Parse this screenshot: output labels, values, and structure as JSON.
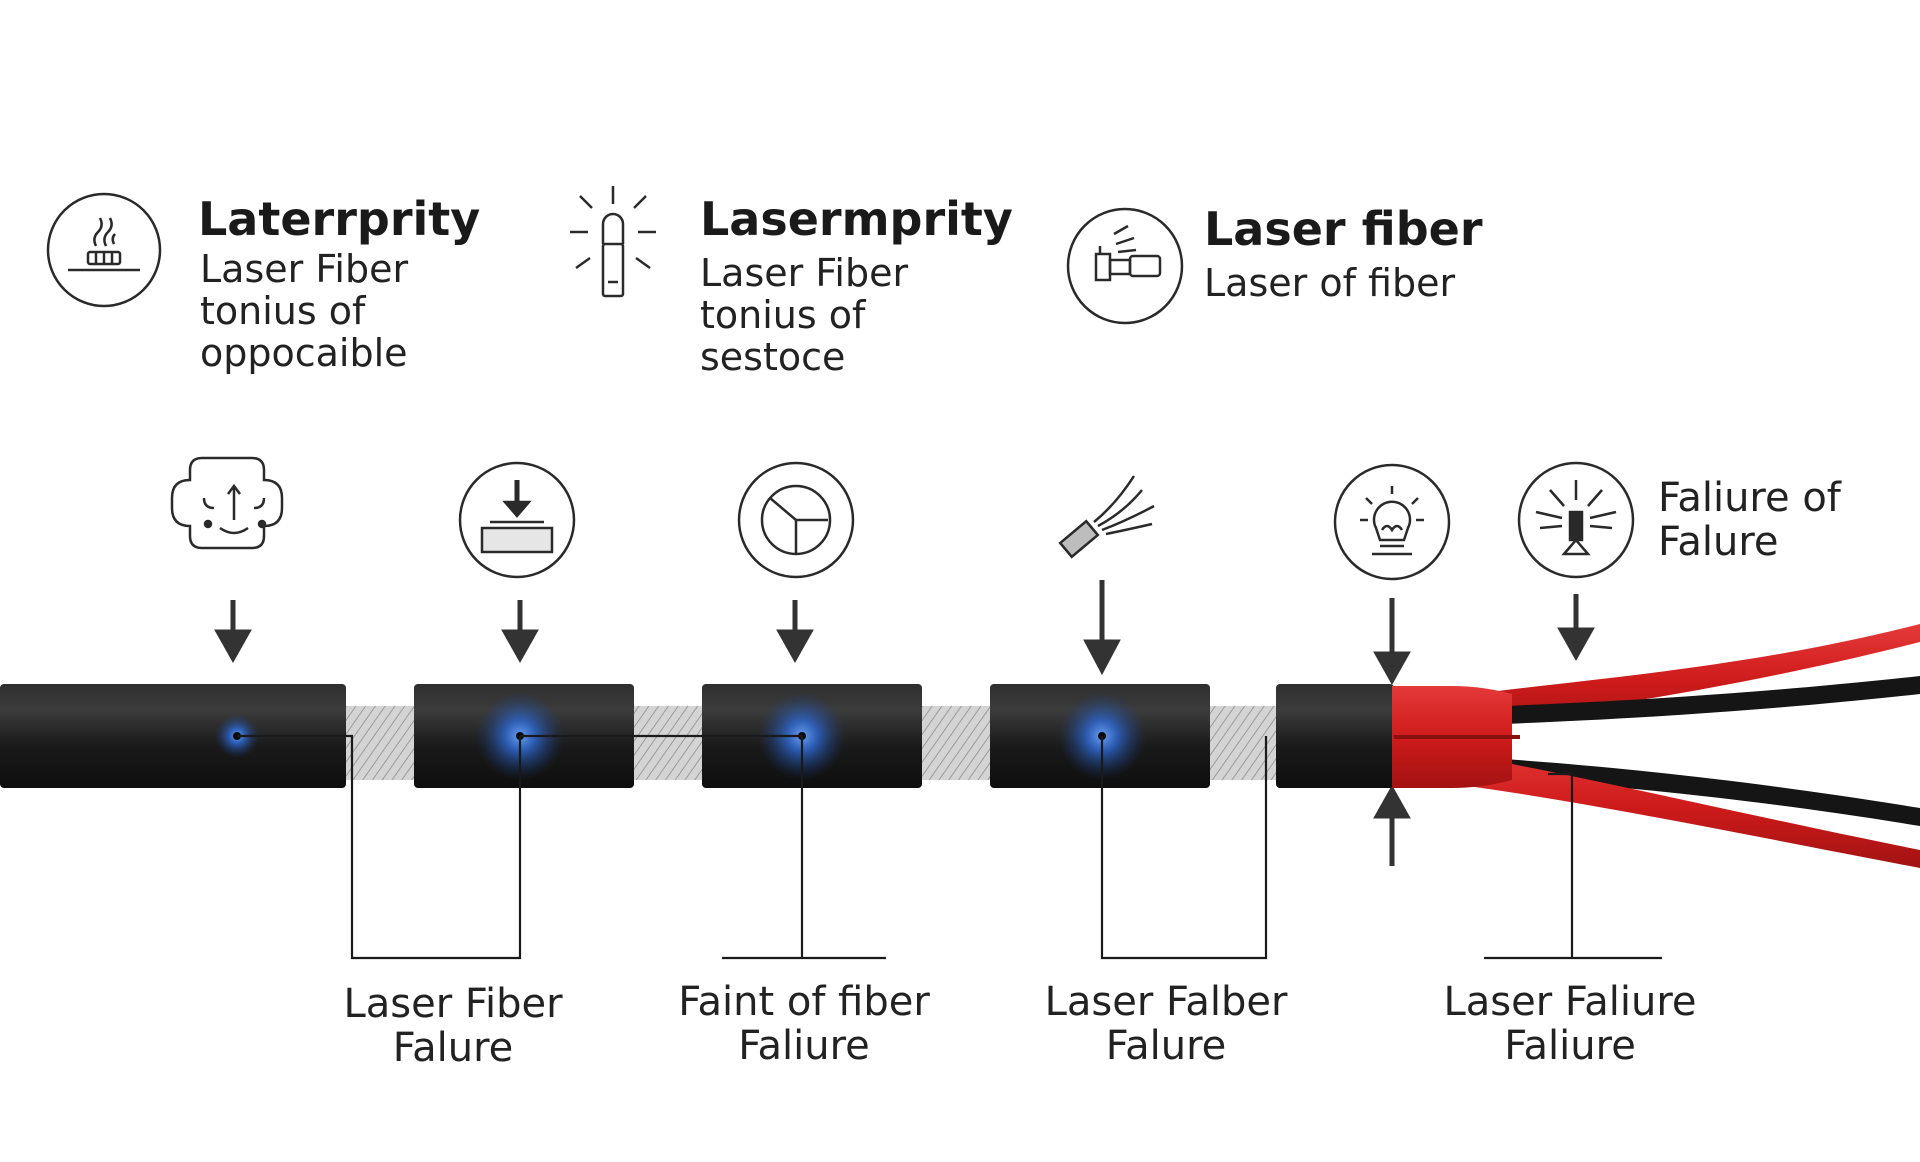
{
  "legend": [
    {
      "icon": "heat-plate-icon",
      "title": "Laterrprity",
      "lines": [
        "Laser Fiber",
        "tonius of",
        "oppocaible"
      ]
    },
    {
      "icon": "light-bulb-icon",
      "title": "Lasermprity",
      "lines": [
        "Laser Fiber",
        "tonius of",
        "sestoce"
      ]
    },
    {
      "icon": "fiber-connector-icon",
      "title": "Laser fiber",
      "lines": [
        "Laser of fiber"
      ]
    }
  ],
  "markers": [
    {
      "icon": "stress-points-icon",
      "target": "failure-point-1"
    },
    {
      "icon": "press-down-icon",
      "target": "failure-point-2"
    },
    {
      "icon": "pie-gauge-icon",
      "target": "failure-point-3"
    },
    {
      "icon": "fiber-strands-icon",
      "target": "failure-point-4"
    },
    {
      "icon": "burning-bulb-icon",
      "target": "conductor-split"
    },
    {
      "icon": "flare-emitter-icon",
      "target": "red-wire",
      "note": [
        "Faliure of",
        "Falure"
      ]
    }
  ],
  "callouts": [
    {
      "lines": [
        "Laser Fiber",
        "Falure"
      ]
    },
    {
      "lines": [
        "Faint of fiber",
        "Faliure"
      ]
    },
    {
      "lines": [
        "Laser Falber",
        "Falure"
      ]
    },
    {
      "lines": [
        "Laser Faliure",
        "Faliure"
      ]
    }
  ],
  "colors": {
    "jacket": "#1c1c1c",
    "jacket_highlight": "#3a3a3a",
    "shielding": "#c9c9c9",
    "wire_red": "#d81e1e",
    "wire_black": "#141414",
    "glow": "#2f6fe0",
    "stroke": "#2a2a2a"
  }
}
